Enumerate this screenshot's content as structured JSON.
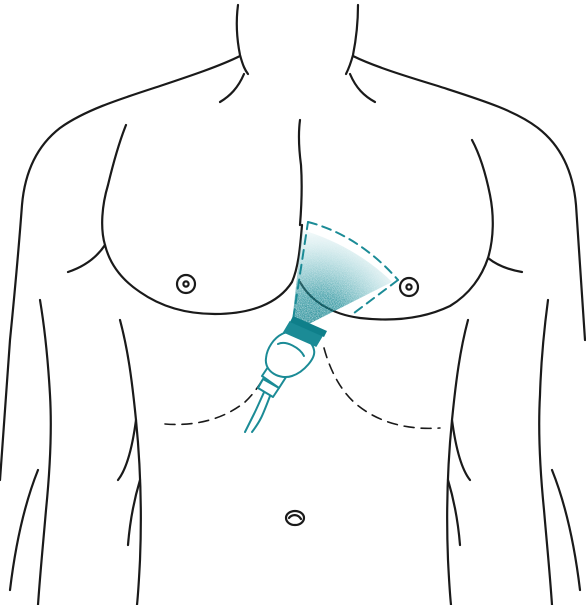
{
  "figure": {
    "colors": {
      "line": "#1a1a1a",
      "probe": "#1b8b96",
      "beam_dense": "#0f7f8a",
      "beam_light": "#7cc2c9",
      "background": "#ffffff"
    },
    "parts": [
      "neck",
      "shoulders",
      "chest",
      "nipples",
      "costal-margin",
      "abdomen",
      "navel",
      "ultrasound-probe",
      "ultrasound-beam-sector"
    ]
  }
}
